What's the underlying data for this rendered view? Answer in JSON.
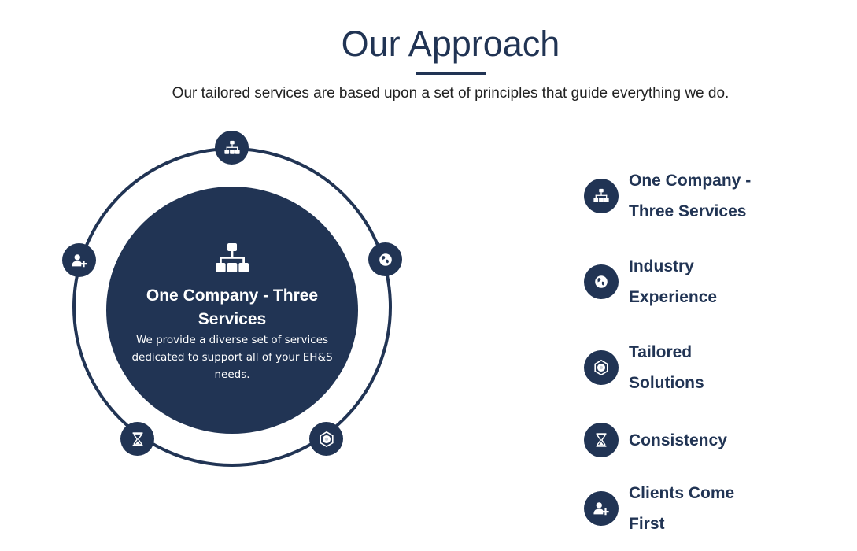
{
  "header": {
    "title": "Our Approach",
    "subtitle": "Our tailored services are based upon a set of principles that guide everything we do."
  },
  "colors": {
    "primary": "#213454",
    "background": "#ffffff",
    "text": "#222222"
  },
  "diagram": {
    "active": {
      "icon": "sitemap-icon",
      "title": "One Company - Three Services",
      "description": "We provide a diverse set of services dedicated to support all of your EH&S needs."
    },
    "nodes": [
      {
        "position": "top",
        "icon": "sitemap-icon",
        "label": "One Company - Three Services"
      },
      {
        "position": "right",
        "icon": "globe-icon",
        "label": "Industry Experience"
      },
      {
        "position": "bottom-right",
        "icon": "hexagon-gear-icon",
        "label": "Tailored Solutions"
      },
      {
        "position": "bottom-left",
        "icon": "hourglass-icon",
        "label": "Consistency"
      },
      {
        "position": "left",
        "icon": "user-plus-icon",
        "label": "Clients Come First"
      }
    ]
  },
  "principles": [
    {
      "icon": "sitemap-icon",
      "label": "One Company - Three Services"
    },
    {
      "icon": "globe-icon",
      "label": "Industry Experience"
    },
    {
      "icon": "hexagon-gear-icon",
      "label": "Tailored Solutions"
    },
    {
      "icon": "hourglass-icon",
      "label": "Consistency"
    },
    {
      "icon": "user-plus-icon",
      "label": "Clients Come First"
    }
  ]
}
